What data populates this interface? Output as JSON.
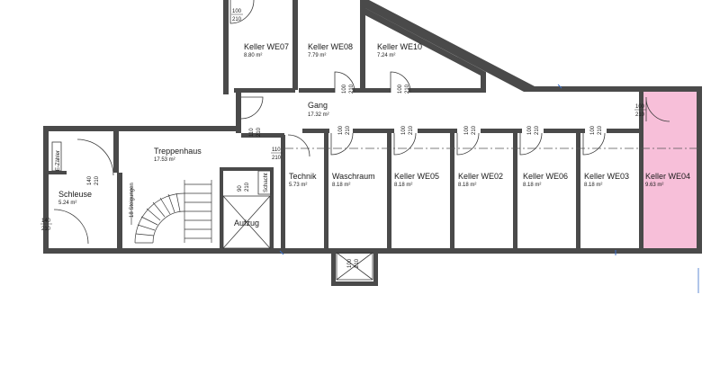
{
  "rooms": [
    {
      "id": "keller-we07",
      "name": "Keller WE07",
      "area": "8.80 m²"
    },
    {
      "id": "keller-we08",
      "name": "Keller WE08",
      "area": "7.79 m²"
    },
    {
      "id": "keller-we10",
      "name": "Keller WE10",
      "area": "7.24 m²"
    },
    {
      "id": "gang",
      "name": "Gang",
      "area": "17.32 m²"
    },
    {
      "id": "treppenhaus",
      "name": "Treppenhaus",
      "area": "17.53 m²"
    },
    {
      "id": "schleuse",
      "name": "Schleuse",
      "area": "5.24 m²"
    },
    {
      "id": "technik",
      "name": "Technik",
      "area": "5.73 m²"
    },
    {
      "id": "waschraum",
      "name": "Waschraum",
      "area": "8.18 m²"
    },
    {
      "id": "keller-we05",
      "name": "Keller WE05",
      "area": "8.18 m²"
    },
    {
      "id": "keller-we02",
      "name": "Keller WE02",
      "area": "8.18 m²"
    },
    {
      "id": "keller-we06",
      "name": "Keller WE06",
      "area": "8.18 m²"
    },
    {
      "id": "keller-we03",
      "name": "Keller WE03",
      "area": "8.18 m²"
    },
    {
      "id": "keller-we04",
      "name": "Keller WE04",
      "area": "9.63 m²"
    }
  ],
  "misc_labels": {
    "aufzug": "Aufzug",
    "e_zaehler": "E-Zähler",
    "schacht": "Schacht",
    "stair_note": "18 Steigungen"
  },
  "doors": {
    "d100_210_a": {
      "w": "100",
      "h": "210"
    },
    "d100_210_b": {
      "w": "100",
      "h": "210"
    },
    "d100_210_c": {
      "w": "100",
      "h": "210"
    },
    "d100_210_d": {
      "w": "100",
      "h": "210"
    },
    "d110_210_a": {
      "w": "110",
      "h": "210"
    },
    "d110_210_b": {
      "w": "110",
      "h": "210"
    },
    "d100_210_e": {
      "w": "100",
      "h": "210"
    },
    "d100_210_f": {
      "w": "100",
      "h": "210"
    },
    "d100_210_g": {
      "w": "100",
      "h": "210"
    },
    "d100_210_h": {
      "w": "100",
      "h": "210"
    },
    "d100_210_i": {
      "w": "100",
      "h": "210"
    },
    "d100_210_j": {
      "w": "100",
      "h": "210"
    },
    "d100_210_k": {
      "w": "100",
      "h": "210"
    },
    "d140_210_a": {
      "w": "140",
      "h": "210"
    },
    "d140_210_b": {
      "w": "140",
      "h": "210"
    },
    "d90_210": {
      "w": "90",
      "h": "210"
    },
    "d100_210_l": {
      "w": "100",
      "h": "210"
    },
    "d100_210_m": {
      "w": "100",
      "h": "210"
    }
  },
  "colors": {
    "highlight_room": "#f7bfd9",
    "wall": "#4a4a4a"
  }
}
